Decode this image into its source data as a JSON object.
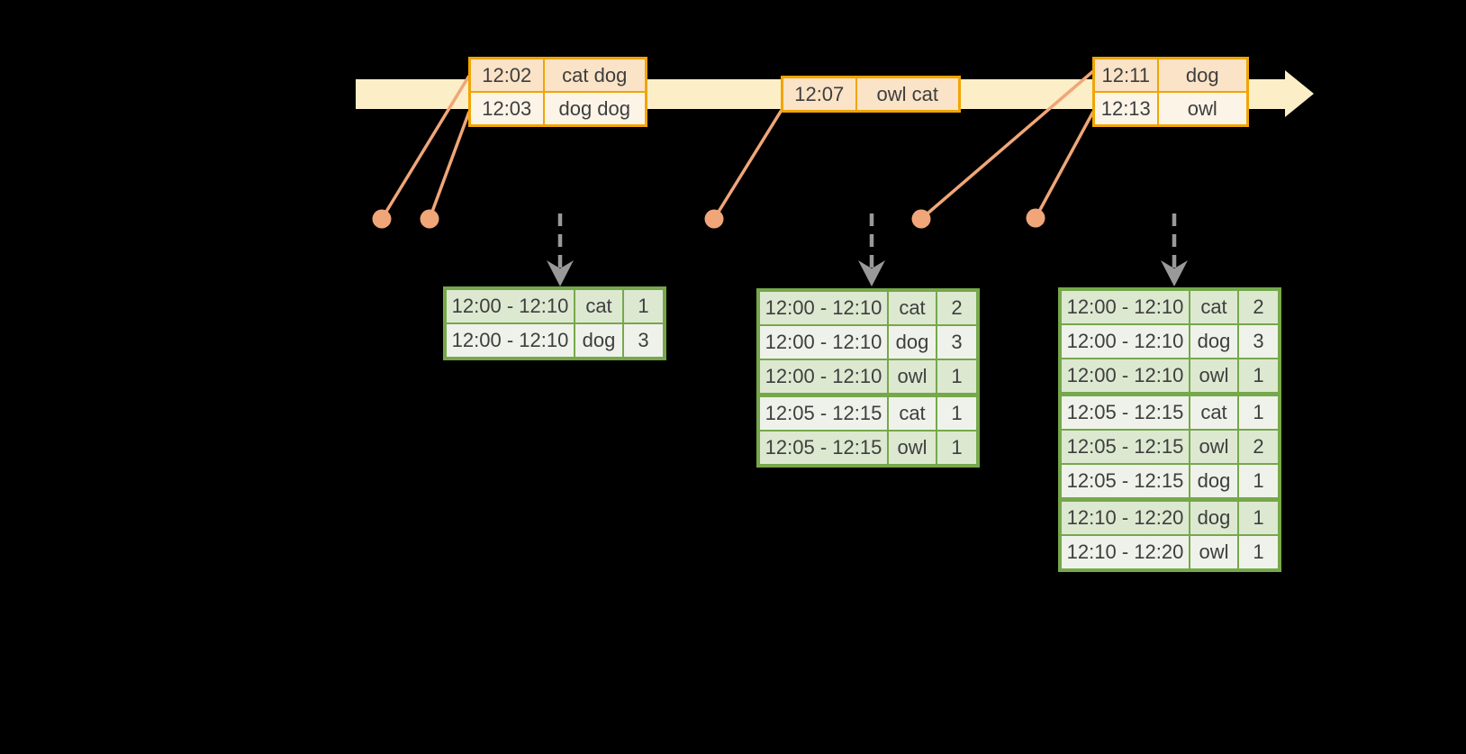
{
  "colors": {
    "background": "#000000",
    "text": "#3E3E3E",
    "timeline_fill": "#FCEEC6",
    "event_border": "#F0A503",
    "event_row_dark": "#FAE3C6",
    "event_row_light": "#FDF4E8",
    "connector": "#F0A678",
    "trigger_arrow": "#999999",
    "result_border": "#76A84B",
    "result_row_dark": "#DDE8D1",
    "result_row_light": "#EFF2EA"
  },
  "event_tables": [
    {
      "rows": [
        {
          "time": "12:02",
          "words": "cat dog"
        },
        {
          "time": "12:03",
          "words": "dog dog"
        }
      ]
    },
    {
      "rows": [
        {
          "time": "12:07",
          "words": "owl cat"
        }
      ]
    },
    {
      "rows": [
        {
          "time": "12:11",
          "words": "dog"
        },
        {
          "time": "12:13",
          "words": "owl"
        }
      ]
    }
  ],
  "result_tables": [
    {
      "rows": [
        {
          "window": "12:00 - 12:10",
          "word": "cat",
          "count": "1"
        },
        {
          "window": "12:00 - 12:10",
          "word": "dog",
          "count": "3"
        }
      ]
    },
    {
      "rows": [
        {
          "window": "12:00 - 12:10",
          "word": "cat",
          "count": "2"
        },
        {
          "window": "12:00 - 12:10",
          "word": "dog",
          "count": "3"
        },
        {
          "window": "12:00 - 12:10",
          "word": "owl",
          "count": "1"
        },
        {
          "window": "12:05 - 12:15",
          "word": "cat",
          "count": "1"
        },
        {
          "window": "12:05 - 12:15",
          "word": "owl",
          "count": "1"
        }
      ]
    },
    {
      "rows": [
        {
          "window": "12:00 - 12:10",
          "word": "cat",
          "count": "2"
        },
        {
          "window": "12:00 - 12:10",
          "word": "dog",
          "count": "3"
        },
        {
          "window": "12:00 - 12:10",
          "word": "owl",
          "count": "1"
        },
        {
          "window": "12:05 - 12:15",
          "word": "cat",
          "count": "1"
        },
        {
          "window": "12:05 - 12:15",
          "word": "owl",
          "count": "2"
        },
        {
          "window": "12:05 - 12:15",
          "word": "dog",
          "count": "1"
        },
        {
          "window": "12:10 - 12:20",
          "word": "dog",
          "count": "1"
        },
        {
          "window": "12:10 - 12:20",
          "word": "owl",
          "count": "1"
        }
      ]
    }
  ]
}
